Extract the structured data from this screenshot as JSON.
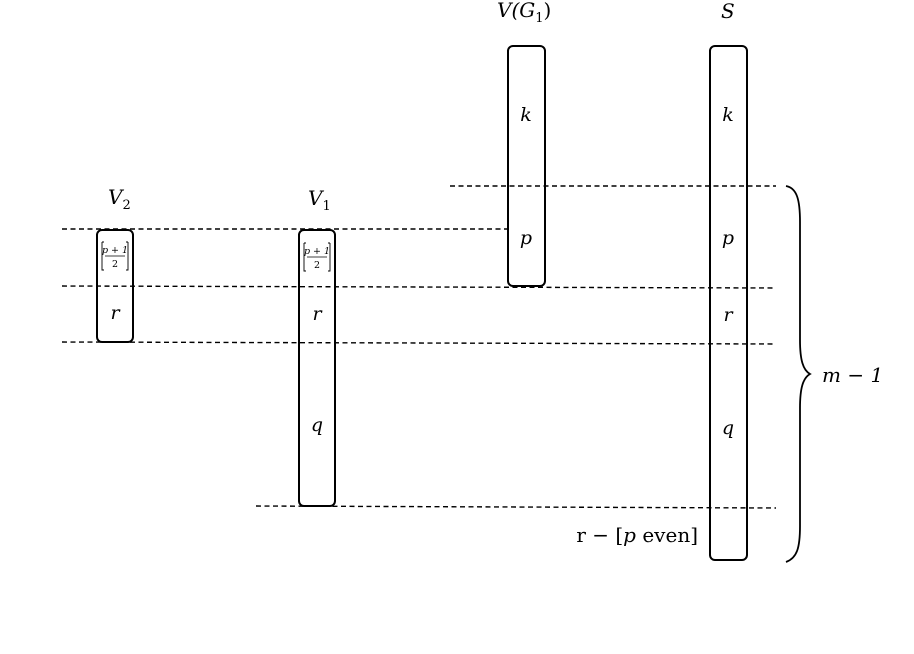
{
  "columns": {
    "v2": {
      "name": "V",
      "sub": "2"
    },
    "v1": {
      "name": "V",
      "sub": "1"
    },
    "vg1": {
      "name": "V(G",
      "sub": "1",
      "close": ")"
    },
    "s": {
      "name": "S"
    }
  },
  "cells": {
    "k": "k",
    "p": "p",
    "r": "r",
    "q": "q",
    "frac_num": "p + 1",
    "frac_den": "2"
  },
  "extra_label": {
    "lhs": "r − [",
    "var": "p",
    "rest": " even]"
  },
  "brace_label": "m − 1"
}
